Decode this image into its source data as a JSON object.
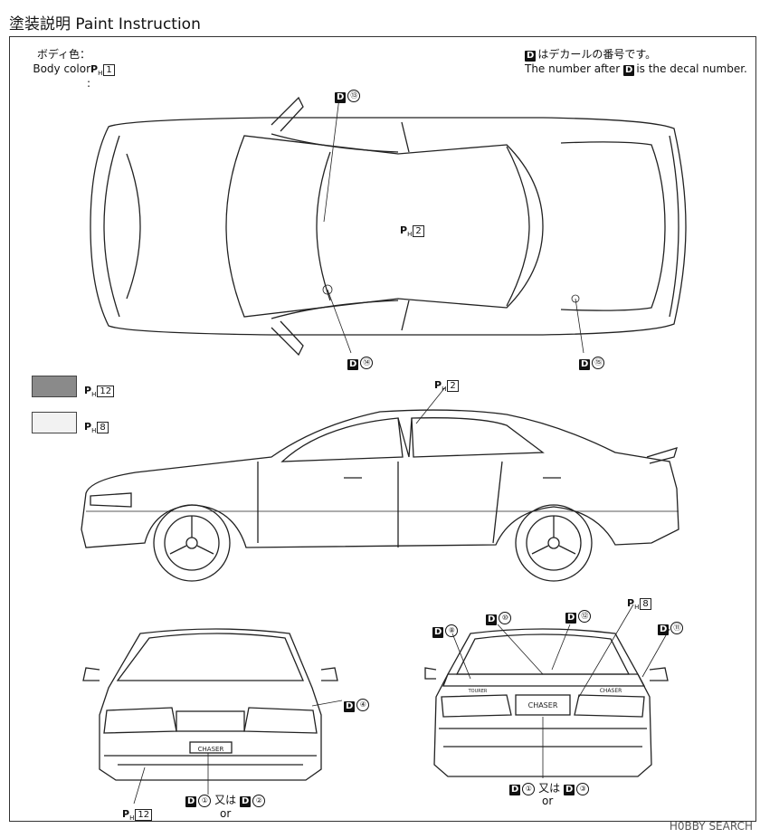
{
  "title": "塗装説明 Paint Instruction",
  "body_color": {
    "jp": "ボディ色：",
    "en": "Body color :",
    "code": "1"
  },
  "decal_note": {
    "jp": "はデカールの番号です。",
    "en_pre": "The number after",
    "en_post": "is the decal number.",
    "mark": "D"
  },
  "ph_prefix": "P",
  "ph_sub": "H",
  "top_view": {
    "paint": "2",
    "decals": [
      "⑬",
      "⑭",
      "⑮"
    ]
  },
  "swatches": [
    {
      "code": "12",
      "color": "#8a8a8a"
    },
    {
      "code": "8",
      "color": "#f2f2f2"
    }
  ],
  "side_view": {
    "paint": "2"
  },
  "front_view": {
    "decal_side": "④",
    "paint": "12",
    "decal_opt_a": "①",
    "decal_opt_b": "②",
    "or_jp": "又は",
    "or_en": "or",
    "plate": "CHASER"
  },
  "rear_view": {
    "decal_left": "⑧",
    "decal_mid": "⑩",
    "decal_mid2": "⑫",
    "paint": "8",
    "decal_right": "⑪",
    "decal_opt_a": "①",
    "decal_opt_b": "③",
    "or_jp": "又は",
    "or_en": "or",
    "plate": "CHASER",
    "badge_left": "TOURER",
    "badge_right": "CHASER"
  },
  "watermark": "H0BBY SEARCH"
}
